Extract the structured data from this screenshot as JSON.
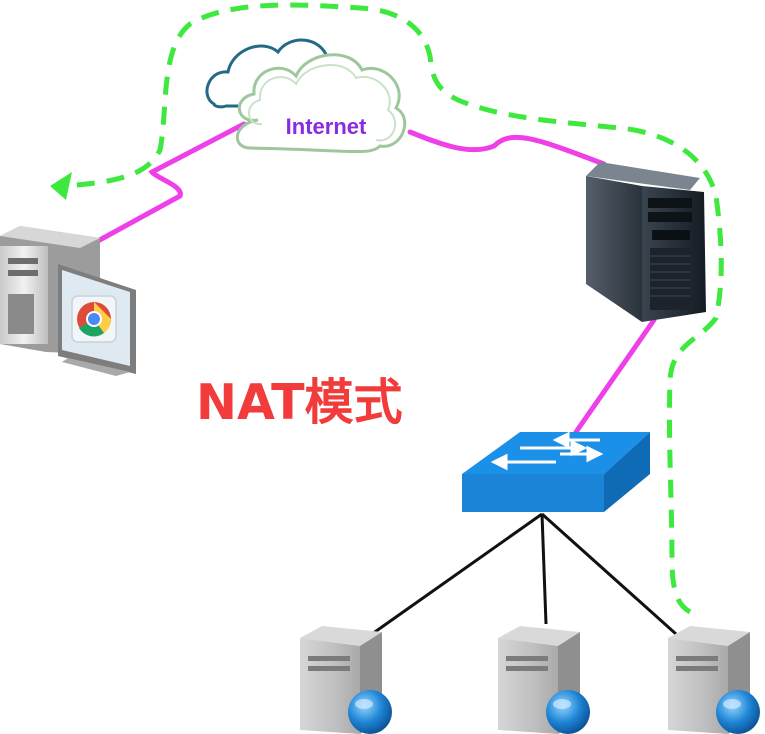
{
  "diagram": {
    "title": "NAT模式",
    "internet_label": "Internet"
  },
  "colors": {
    "title": "#f23b3b",
    "internet_label": "#8a2be2",
    "link": "#ee3fe8",
    "return_path": "#3ee83e",
    "switch": "#1b90e8",
    "lan_cable": "#111111"
  },
  "nodes": [
    {
      "name": "client-pc",
      "icon": "desktop-computer-with-chrome-icon"
    },
    {
      "name": "internet",
      "icon": "cloud-icon"
    },
    {
      "name": "host-server",
      "icon": "tower-server-icon"
    },
    {
      "name": "switch",
      "icon": "network-switch-icon"
    },
    {
      "name": "guest-server-1",
      "icon": "web-server-icon"
    },
    {
      "name": "guest-server-2",
      "icon": "web-server-icon"
    },
    {
      "name": "guest-server-3",
      "icon": "web-server-icon"
    }
  ]
}
